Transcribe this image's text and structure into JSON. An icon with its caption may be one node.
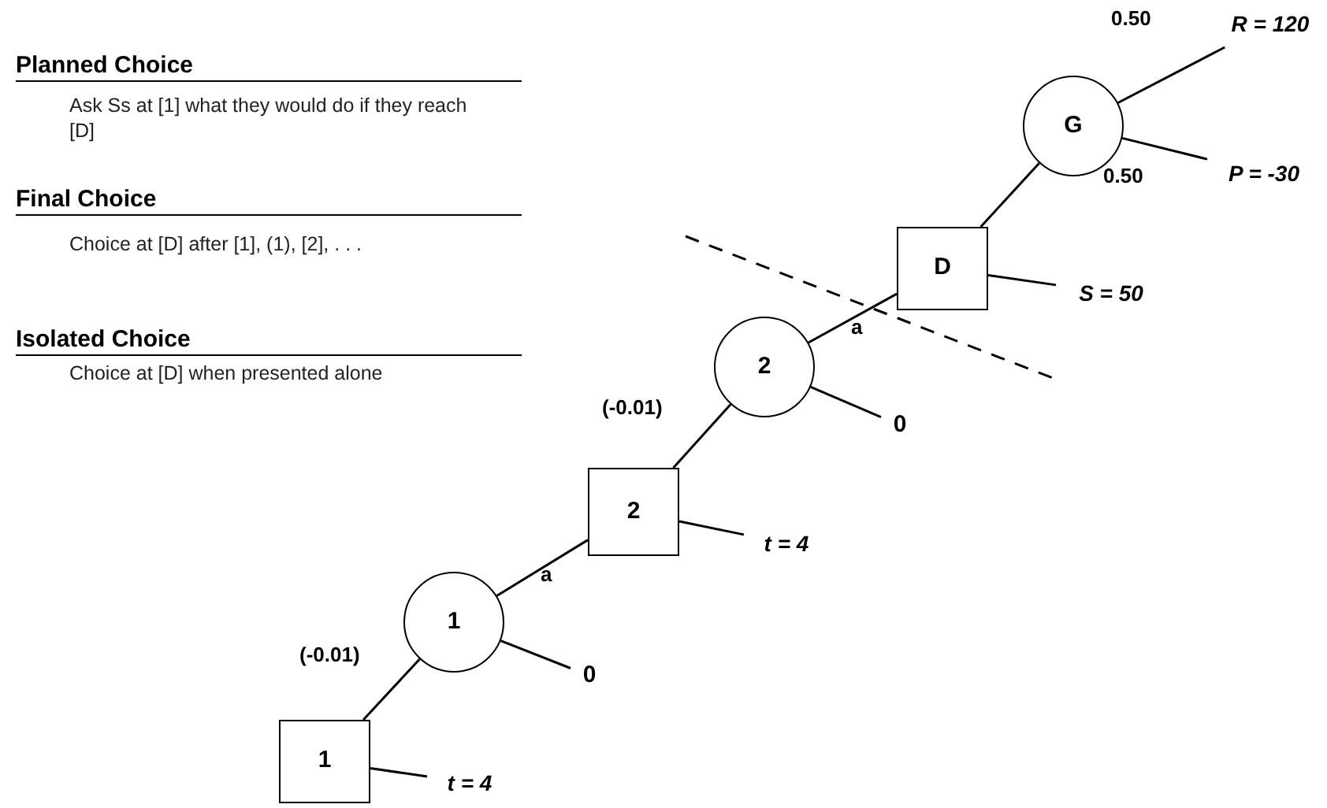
{
  "diagram": {
    "nodes": [
      {
        "text": [
          "G"
        ]
      },
      {
        "text": [
          "R = 120"
        ]
      },
      {
        "text": [
          "P = -30"
        ]
      },
      {
        "text": [
          "D"
        ]
      },
      {
        "text": [
          "S = 50"
        ]
      },
      {
        "text": [
          "2"
        ]
      },
      {
        "text": [
          "0"
        ]
      },
      {
        "text": [
          "2"
        ]
      },
      {
        "text": [
          "t = 4"
        ]
      },
      {
        "text": [
          "1"
        ]
      },
      {
        "text": [
          "0"
        ]
      },
      {
        "text": [
          "1"
        ]
      },
      {
        "text": [
          "t = 4"
        ]
      }
    ],
    "edges": [
      {
        "from": 11,
        "to": 9,
        "arrow": "none",
        "label": "(-0.01)"
      },
      {
        "from": 11,
        "to": 12,
        "arrow": "none"
      },
      {
        "from": 9,
        "to": 7,
        "arrow": "none",
        "label": "a"
      },
      {
        "from": 9,
        "to": 10,
        "arrow": "none"
      },
      {
        "from": 7,
        "to": 5,
        "arrow": "none",
        "label": "(-0.01)"
      },
      {
        "from": 7,
        "to": 8,
        "arrow": "none"
      },
      {
        "from": 5,
        "to": 3,
        "arrow": "none",
        "label": "a"
      },
      {
        "from": 5,
        "to": 6,
        "arrow": "none"
      },
      {
        "from": 3,
        "to": 0,
        "arrow": "none"
      },
      {
        "from": 3,
        "to": 4,
        "arrow": "none"
      },
      {
        "from": 0,
        "to": 1,
        "arrow": "none",
        "label": "0.50"
      },
      {
        "from": 0,
        "to": 2,
        "arrow": "none",
        "label": "0.50"
      }
    ],
    "labels": [
      "Planned Choice",
      "Ask Ss at [1] what they would do if they reach [D]",
      "Final Choice",
      "Choice at [D] after [1], (1), [2], . . .",
      "Isolated Choice",
      "Choice at [D] when presented alone"
    ]
  }
}
